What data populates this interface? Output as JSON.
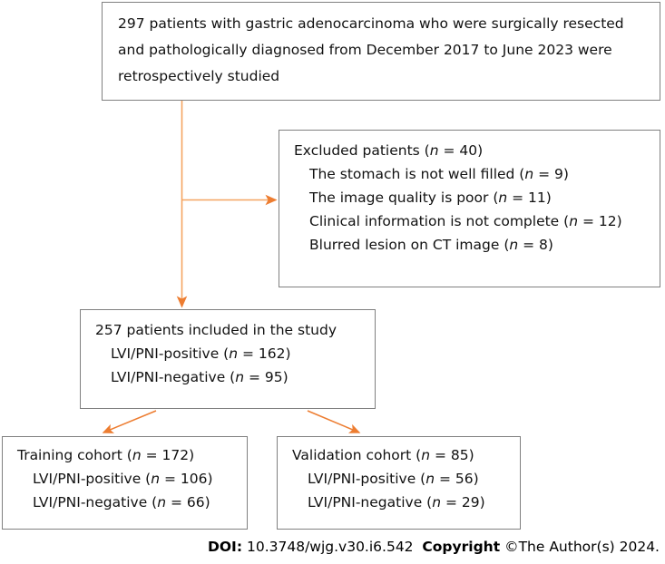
{
  "figure": {
    "type": "flowchart",
    "title": "Patient selection flowchart",
    "colors": {
      "connector_line": "#F4A460",
      "connector_arrowhead": "#ED7D31",
      "box_border": "#808080",
      "text": "#111111",
      "background": "#FFFFFF"
    }
  },
  "nodes": {
    "source": {
      "text": "297 patients with gastric adenocarcinoma who were surgically resected and pathologically diagnosed from December 2017 to June 2023 were retrospectively studied"
    },
    "excluded": {
      "heading_prefix": "Excluded patients (",
      "heading_n": "n",
      "heading_suffix": " = 40)",
      "items": [
        {
          "label": "The stomach is not well filled (",
          "n": "n",
          "value": " = 9)"
        },
        {
          "label": "The image quality is poor (",
          "n": "n",
          "value": " = 11)"
        },
        {
          "label": "Clinical information is not complete (",
          "n": "n",
          "value": " = 12)"
        },
        {
          "label": "Blurred lesion on CT image (",
          "n": "n",
          "value": " = 8)"
        }
      ]
    },
    "included": {
      "heading": "257 patients included in the study",
      "items": [
        {
          "label": "LVI/PNI-positive (",
          "n": "n",
          "value": " = 162)"
        },
        {
          "label": "LVI/PNI-negative (",
          "n": "n",
          "value": " = 95)"
        }
      ]
    },
    "training": {
      "heading_prefix": "Training cohort (",
      "heading_n": "n",
      "heading_suffix": " = 172)",
      "items": [
        {
          "label": "LVI/PNI-positive (",
          "n": "n",
          "value": " = 106)"
        },
        {
          "label": "LVI/PNI-negative (",
          "n": "n",
          "value": " = 66)"
        }
      ]
    },
    "validation": {
      "heading_prefix": "Validation cohort (",
      "heading_n": "n",
      "heading_suffix": " = 85)",
      "items": [
        {
          "label": "LVI/PNI-positive (",
          "n": "n",
          "value": " = 56)"
        },
        {
          "label": "LVI/PNI-negative (",
          "n": "n",
          "value": " = 29)"
        }
      ]
    }
  },
  "footer": {
    "doi_label": "DOI:",
    "doi_value": "10.3748/wjg.v30.i6.542",
    "copyright_label": "Copyright",
    "copyright_value": "©The Author(s) 2024."
  }
}
